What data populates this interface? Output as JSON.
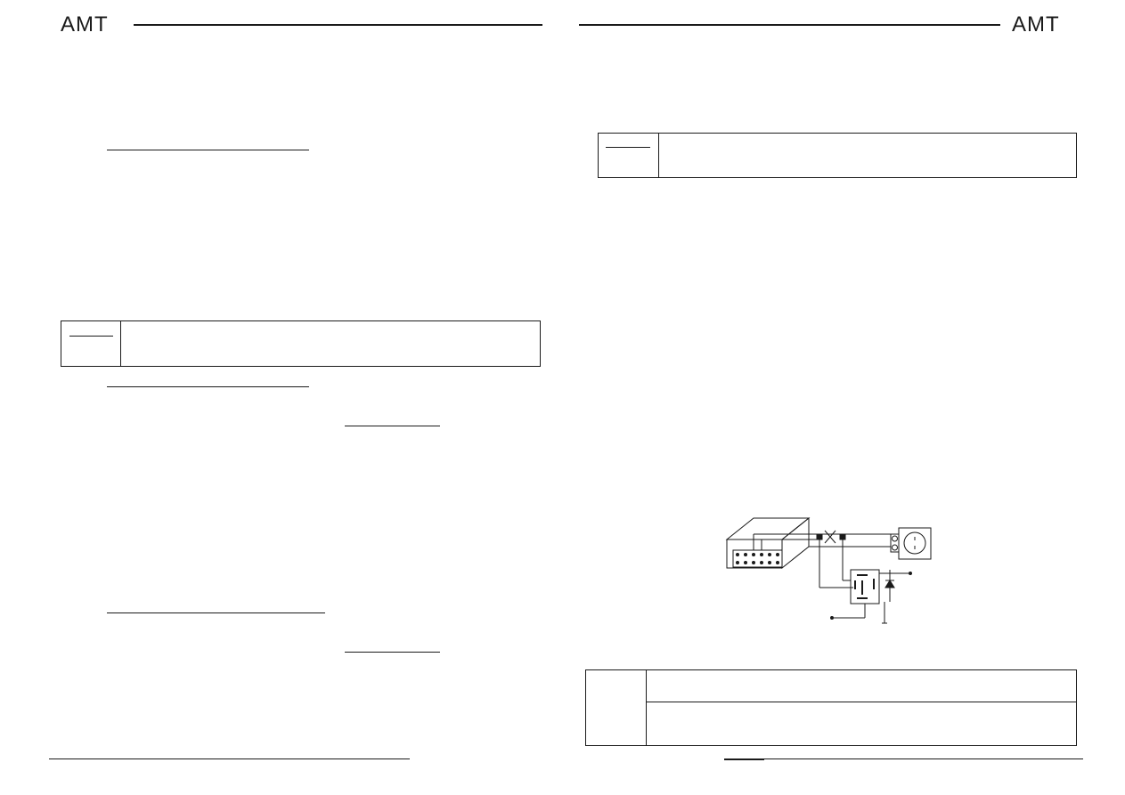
{
  "header": {
    "logo_left": "AMT",
    "logo_right": "AMT"
  },
  "diagram": {
    "icons": [
      "control-unit",
      "relay",
      "diode",
      "lock-switch",
      "cut-mark"
    ]
  },
  "colors": {
    "ink": "#1a1a1a",
    "paper": "#ffffff"
  }
}
